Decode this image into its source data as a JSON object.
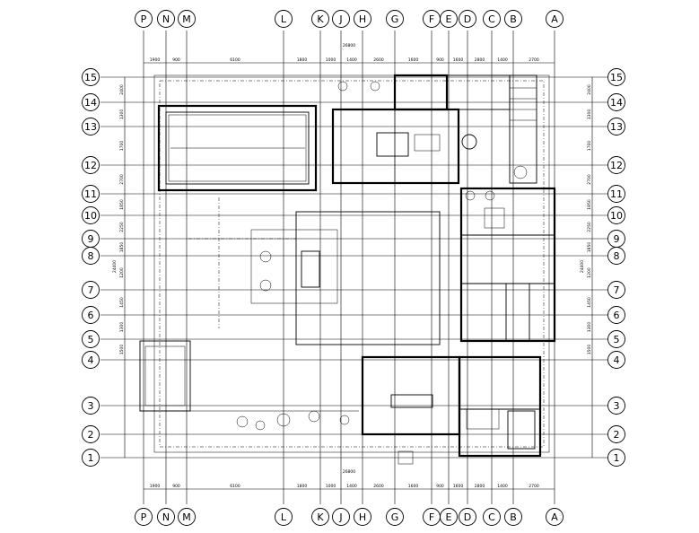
{
  "vertical_axes": [
    {
      "label": "P"
    },
    {
      "label": "N"
    },
    {
      "label": "M"
    },
    {
      "label": "L"
    },
    {
      "label": "K"
    },
    {
      "label": "J"
    },
    {
      "label": "H"
    },
    {
      "label": "G"
    },
    {
      "label": "F"
    },
    {
      "label": "E"
    },
    {
      "label": "D"
    },
    {
      "label": "C"
    },
    {
      "label": "B"
    },
    {
      "label": "A"
    }
  ],
  "horizontal_axes": [
    {
      "label": "15"
    },
    {
      "label": "14"
    },
    {
      "label": "13"
    },
    {
      "label": "12"
    },
    {
      "label": "11"
    },
    {
      "label": "10"
    },
    {
      "label": "9"
    },
    {
      "label": "8"
    },
    {
      "label": "7"
    },
    {
      "label": "6"
    },
    {
      "label": "5"
    },
    {
      "label": "4"
    },
    {
      "label": "3"
    },
    {
      "label": "2"
    },
    {
      "label": "1"
    }
  ],
  "top_dims": [
    "1900",
    "900",
    "6100",
    "1800",
    "1000",
    "1400",
    "2600",
    "1600",
    "900",
    "1600",
    "2800",
    "1400",
    "2700"
  ],
  "overall_dim": "26800",
  "side_dims": [
    "2400",
    "1300",
    "1700",
    "2700",
    "1850",
    "2250",
    "1850",
    "1200",
    "1450",
    "1300",
    "1500"
  ],
  "side_total": "24400",
  "colors": {
    "line": "#000000",
    "background": "#ffffff"
  }
}
